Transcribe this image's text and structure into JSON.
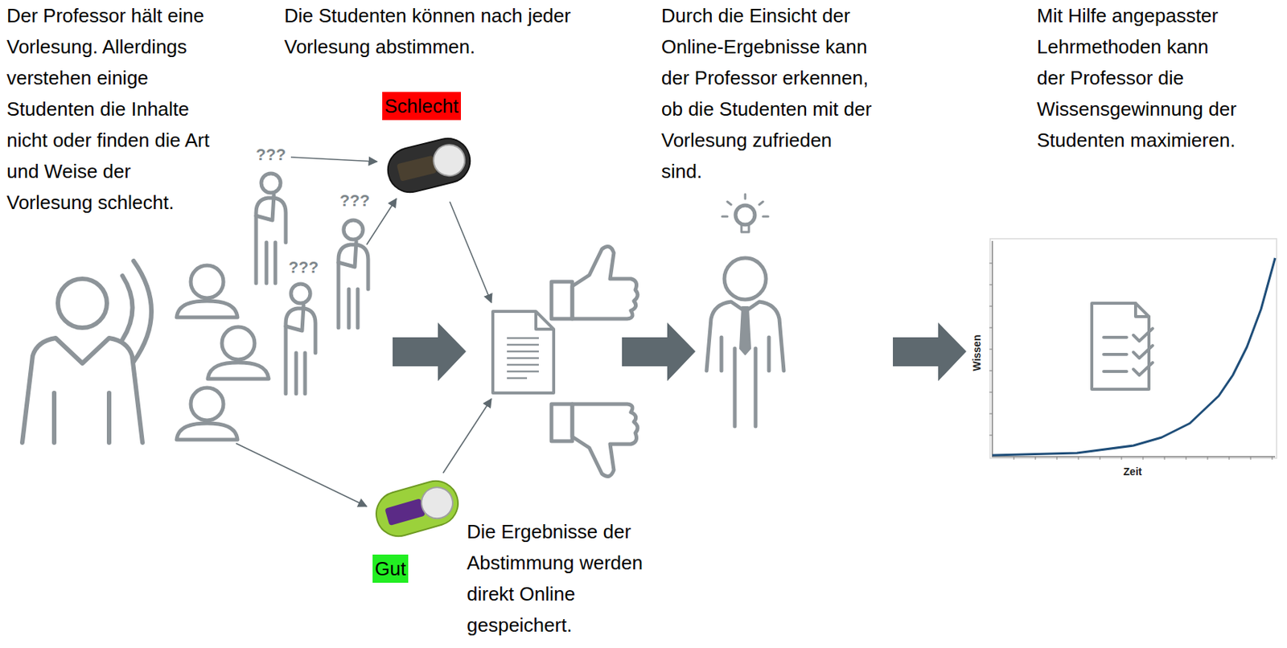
{
  "diagram": {
    "nodes": [
      {
        "text": [
          "Schlecht"
        ]
      },
      {
        "text": [
          "Gut"
        ]
      }
    ],
    "labels": [
      "Der Professor hält eine Vorlesung. Allerdings verstehen einige Studenten die Inhalte nicht oder finden die Art und Weise der Vorlesung schlecht.",
      "Die Studenten können nach jeder Vorlesung abstimmen.",
      "Durch die Einsicht der Online-Ergebnisse kann der Professor erkennen, ob die Studenten mit der Vorlesung zufrieden sind.",
      "Mit Hilfe angepasster Lehrmethoden kann der Professor die Wissensgewinnung der Studenten maximieren.",
      "Die Ergebnisse der Abstimmung werden direkt Online gespeichert.",
      "???",
      "???",
      "???",
      "Wissen",
      "Zeit"
    ]
  }
}
